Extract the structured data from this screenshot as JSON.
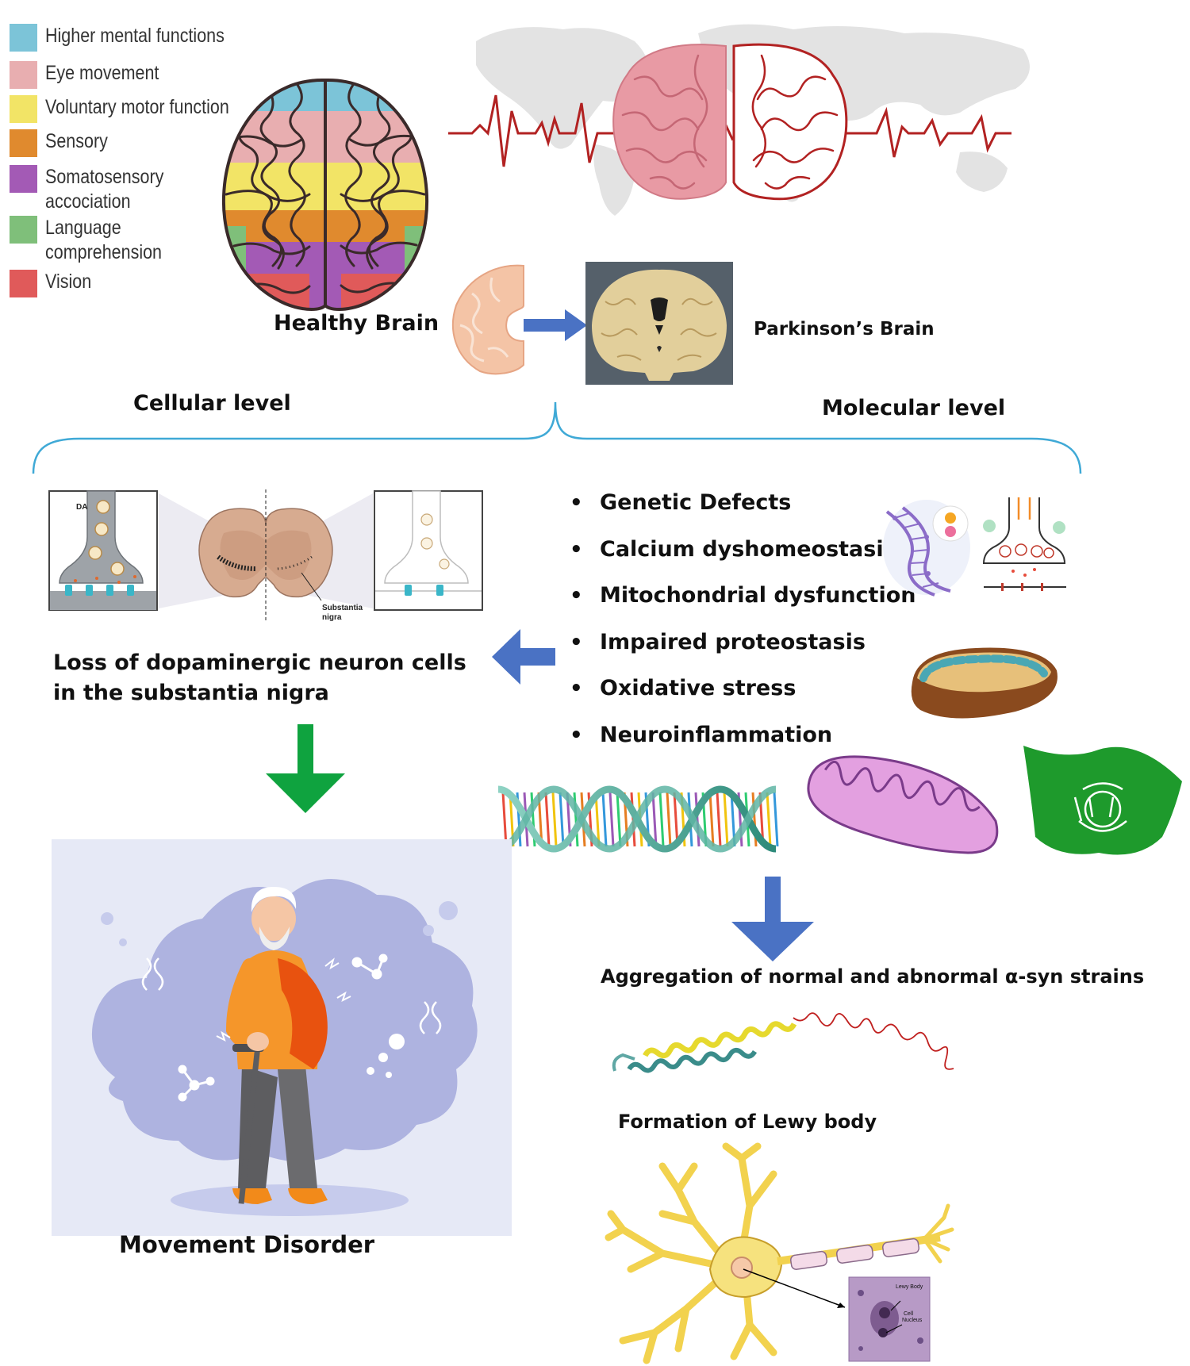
{
  "legend": [
    {
      "label": "Higher mental functions",
      "color": "#7cc4d8"
    },
    {
      "label": "Eye movement",
      "color": "#e8aeb0"
    },
    {
      "label": "Voluntary motor function",
      "color": "#f2e466"
    },
    {
      "label": "Sensory",
      "color": "#e08a2e"
    },
    {
      "label": "Somatosensory\naccociation",
      "color": "#a35ab5"
    },
    {
      "label": "Language\ncomprehension",
      "color": "#7fbf7a"
    },
    {
      "label": "Vision",
      "color": "#e05a5a"
    }
  ],
  "labels": {
    "healthy_brain": "Healthy Brain",
    "parkinsons_brain": "Parkinson’s Brain",
    "cellular_level": "Cellular level",
    "molecular_level": "Molecular level",
    "loss_line1": "Loss of dopaminergic neuron cells",
    "loss_line2": "in the substantia nigra",
    "movement_disorder": "Movement Disorder",
    "aggregation": "Aggregation of normal and abnormal α-syn strains",
    "lewy_formation": "Formation of Lewy body"
  },
  "synapse": {
    "da_label": "DA",
    "substantia_label_1": "Substantia",
    "substantia_label_2": "nigra"
  },
  "lewy_inset": {
    "lewy_body": "Lewy Body",
    "cell": "Cell",
    "nucleus": "Nucleus"
  },
  "mechanisms": [
    "Genetic Defects",
    "Calcium dyshomeostasis",
    "Mitochondrial dysfunction",
    "Impaired proteostasis",
    "Oxidative stress",
    "Neuroinflammation"
  ],
  "colors": {
    "blue_arrow": "#4a72c4",
    "green_arrow": "#0fa33f",
    "brace": "#3fa9d6",
    "ecg": "#b22222"
  }
}
